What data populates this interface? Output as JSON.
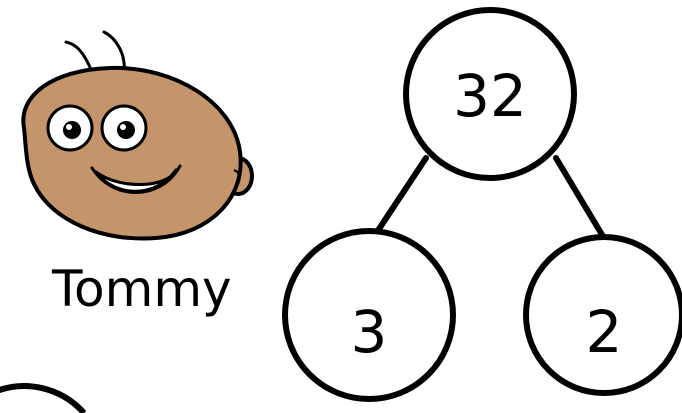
{
  "character": {
    "name": "Tommy",
    "icon": "cartoon-face-icon",
    "skin_color": "#C4946A",
    "outline_color": "#000000"
  },
  "tree": {
    "root": "32",
    "left_child": "3",
    "right_child": "2"
  },
  "colors": {
    "line": "#000000",
    "node_fill": "#ffffff"
  }
}
